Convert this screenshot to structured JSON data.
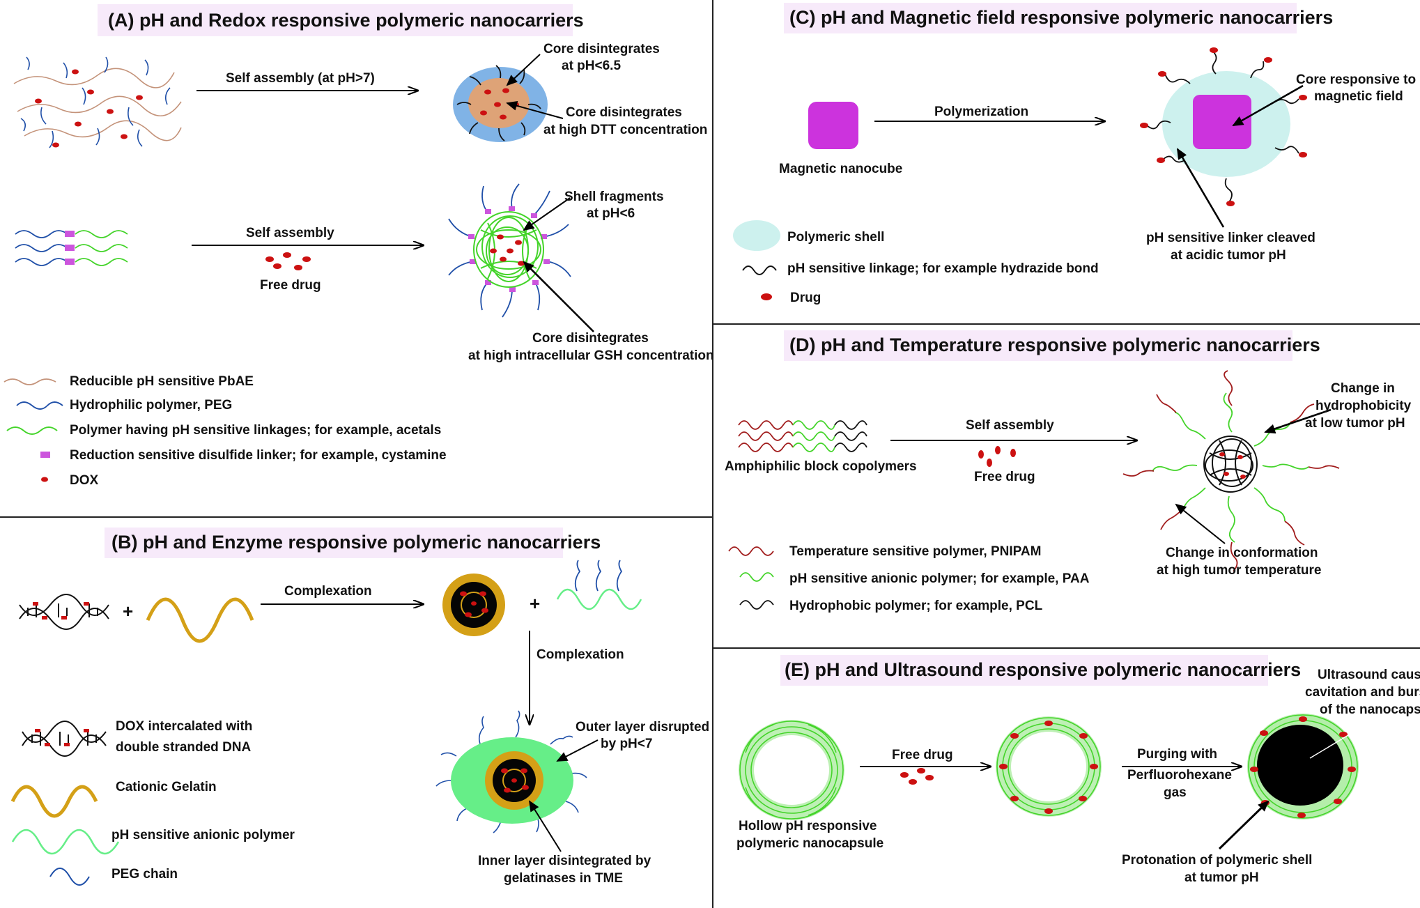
{
  "colors": {
    "title_bg": "#f7eafa",
    "pbae": "#c4937a",
    "peg": "#1f4fa8",
    "ph_green": "#44d42a",
    "disulfide": "#cc55dd",
    "dox": "#cc1111",
    "gelatin": "#d4a017",
    "anionic": "#66ee88",
    "magnetic": "#cc33dd",
    "shell_cyan": "#cdf1ee",
    "temp_red": "#a11c1c",
    "core_blue": "#80b3e6",
    "core_tan": "#dea377"
  },
  "panelA": {
    "title": "(A) pH and Redox responsive polymeric nanocarriers",
    "arrow1": "Self assembly (at pH>7)",
    "core1a": "Core disintegrates",
    "core1b": "at pH<6.5",
    "core2a": "Core disintegrates",
    "core2b": "at high DTT concentration",
    "arrow2": "Self assembly",
    "free_drug": "Free drug",
    "shell_a": "Shell fragments",
    "shell_b": "at pH<6",
    "core3a": "Core disintegrates",
    "core3b": "at high intracellular GSH concentration",
    "legend": [
      "Reducible pH sensitive PbAE",
      "Hydrophilic polymer, PEG",
      "Polymer having pH sensitive linkages; for example, acetals",
      "Reduction sensitive disulfide linker; for example, cystamine",
      "DOX"
    ]
  },
  "panelB": {
    "title": "(B) pH and Enzyme responsive polymeric nanocarriers",
    "plus1": "+",
    "plus2": "+",
    "complex1": "Complexation",
    "complex2": "Complexation",
    "outer_a": "Outer layer disrupted",
    "outer_b": "by pH<7",
    "inner_a": "Inner layer disintegrated by",
    "inner_b": "gelatinases in TME",
    "legend_dox_a": "DOX intercalated with",
    "legend_dox_b": "double stranded DNA",
    "legend_gel": "Cationic Gelatin",
    "legend_anionic": "pH sensitive anionic polymer",
    "legend_peg": "PEG chain"
  },
  "panelC": {
    "title": "(C) pH and Magnetic field responsive polymeric nanocarriers",
    "arrow": "Polymerization",
    "cube": "Magnetic nanocube",
    "core_a": "Core responsive to",
    "core_b": "magnetic field",
    "linker_a": "pH sensitive linker cleaved",
    "linker_b": "at acidic tumor pH",
    "legend": [
      "Polymeric shell",
      "pH sensitive linkage; for example hydrazide bond",
      "Drug"
    ]
  },
  "panelD": {
    "title": "(D) pH and Temperature responsive polymeric nanocarriers",
    "arrow": "Self assembly",
    "amphi": "Amphiphilic block copolymers",
    "free_drug": "Free drug",
    "hyd_a": "Change in",
    "hyd_b": "hydrophobicity",
    "hyd_c": "at low tumor pH",
    "conf_a": "Change in conformation",
    "conf_b": "at high tumor temperature",
    "legend": [
      "Temperature sensitive polymer, PNIPAM",
      "pH sensitive anionic polymer; for example, PAA",
      "Hydrophobic polymer; for example, PCL"
    ]
  },
  "panelE": {
    "title": "(E) pH and Ultrasound responsive polymeric nanocarriers",
    "free_drug": "Free drug",
    "purge_a": "Purging with",
    "purge_b": "Perfluorohexane",
    "purge_c": "gas",
    "hollow_a": "Hollow pH responsive",
    "hollow_b": "polymeric nanocapsule",
    "ultra_a": "Ultrasound causes",
    "ultra_b": "cavitation and bursting",
    "ultra_c": "of the nanocapsule",
    "proto_a": "Protonation of polymeric shell",
    "proto_b": "at tumor pH"
  }
}
